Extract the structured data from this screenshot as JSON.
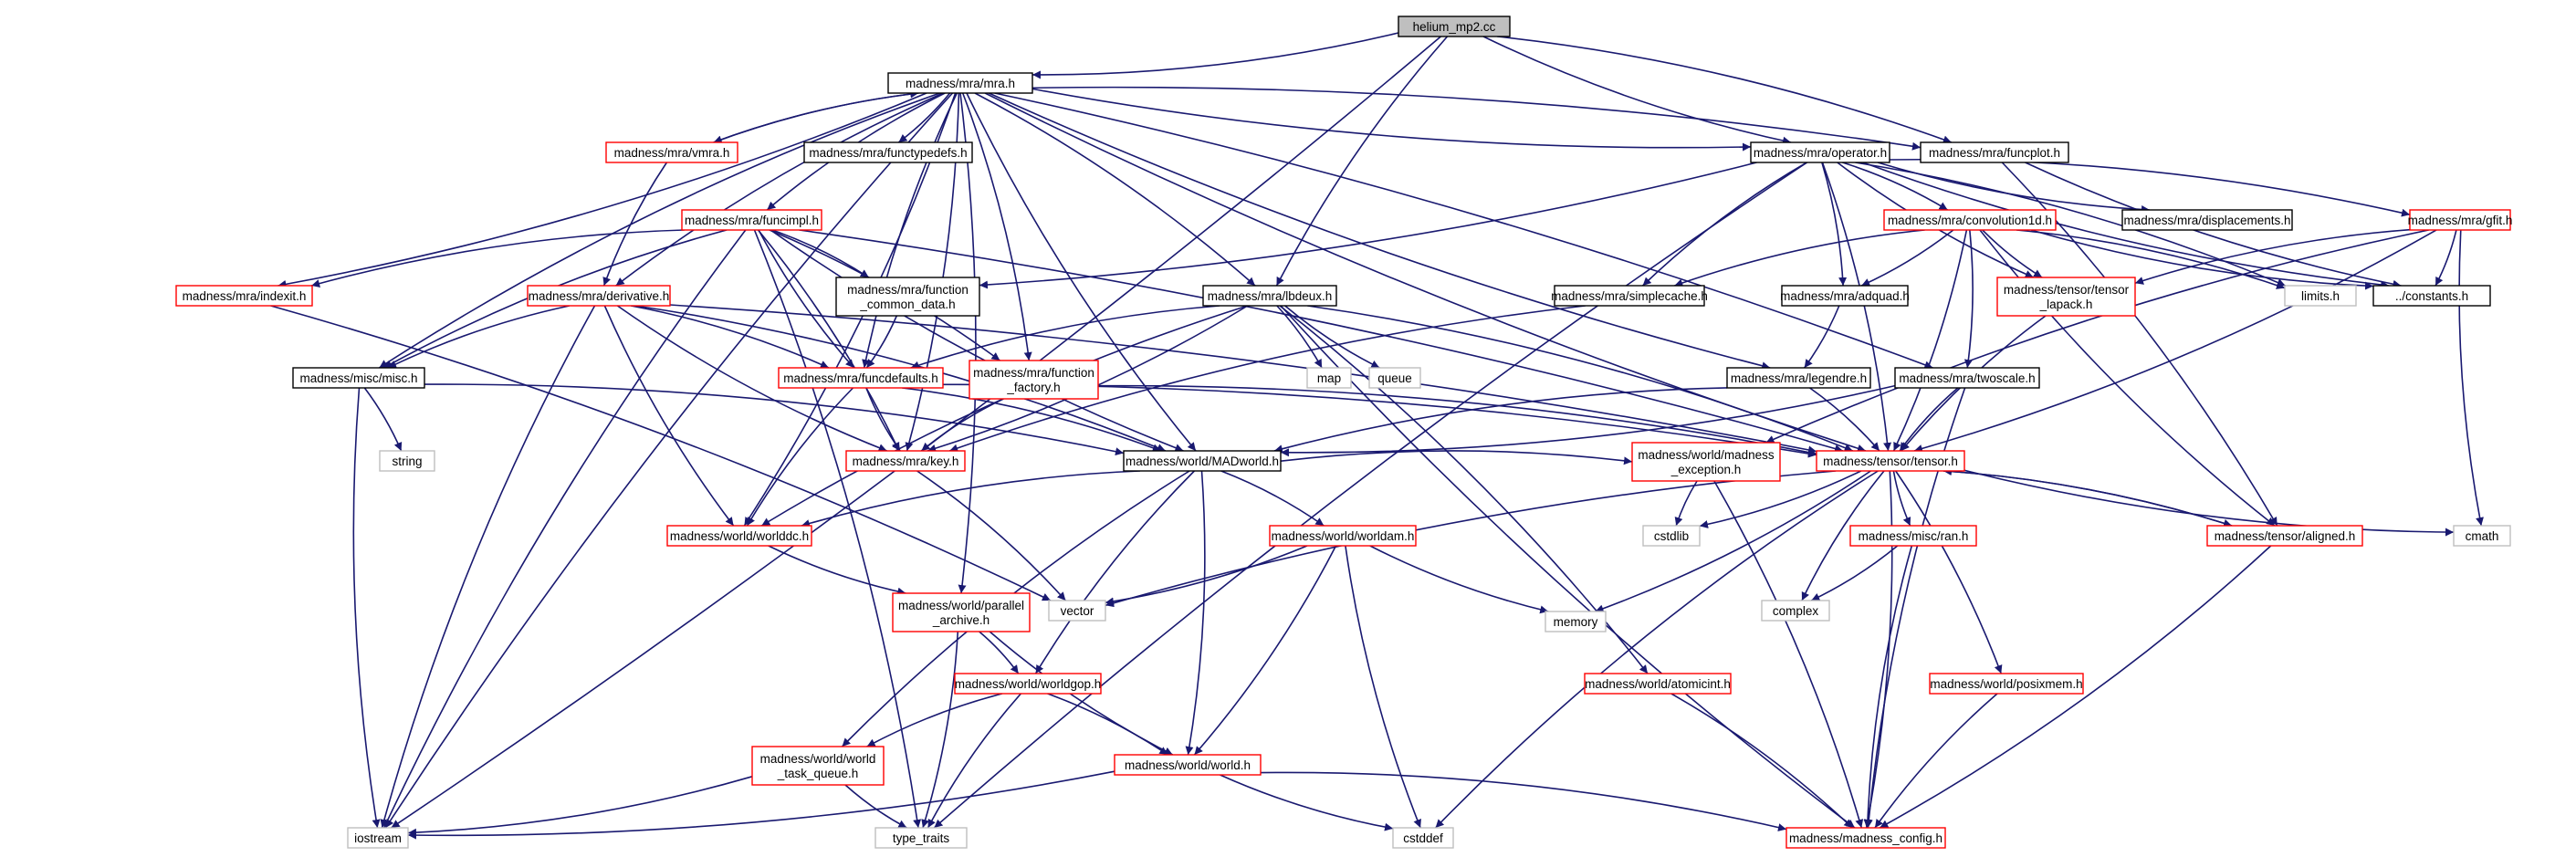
{
  "colors": {
    "edge": "#191970",
    "root_fill": "#bfbfbf",
    "plain_border": "#000000",
    "red_border": "#ff0000",
    "system_border": "#bfbfbf",
    "node_fill": "#ffffff"
  },
  "nodes": [
    {
      "id": "helium",
      "kind": "root",
      "lines": [
        "helium_mp2.cc"
      ]
    },
    {
      "id": "mra",
      "kind": "plain",
      "lines": [
        "madness/mra/mra.h"
      ]
    },
    {
      "id": "vmra",
      "kind": "red",
      "lines": [
        "madness/mra/vmra.h"
      ]
    },
    {
      "id": "functypedefs",
      "kind": "plain",
      "lines": [
        "madness/mra/functypedefs.h"
      ]
    },
    {
      "id": "operator",
      "kind": "plain",
      "lines": [
        "madness/mra/operator.h"
      ]
    },
    {
      "id": "funcplot",
      "kind": "plain",
      "lines": [
        "madness/mra/funcplot.h"
      ]
    },
    {
      "id": "funcimpl",
      "kind": "red",
      "lines": [
        "madness/mra/funcimpl.h"
      ]
    },
    {
      "id": "convolution1d",
      "kind": "red",
      "lines": [
        "madness/mra/convolution1d.h"
      ]
    },
    {
      "id": "displacements",
      "kind": "plain",
      "lines": [
        "madness/mra/displacements.h"
      ]
    },
    {
      "id": "gfit",
      "kind": "red",
      "lines": [
        "madness/mra/gfit.h"
      ]
    },
    {
      "id": "indexit",
      "kind": "red",
      "lines": [
        "madness/mra/indexit.h"
      ]
    },
    {
      "id": "derivative",
      "kind": "red",
      "lines": [
        "madness/mra/derivative.h"
      ]
    },
    {
      "id": "function_common_data",
      "kind": "plain",
      "lines": [
        "madness/mra/function",
        "_common_data.h"
      ]
    },
    {
      "id": "lbdeux",
      "kind": "plain",
      "lines": [
        "madness/mra/lbdeux.h"
      ]
    },
    {
      "id": "simplecache",
      "kind": "plain",
      "lines": [
        "madness/mra/simplecache.h"
      ]
    },
    {
      "id": "adquad",
      "kind": "plain",
      "lines": [
        "madness/mra/adquad.h"
      ]
    },
    {
      "id": "tensor_lapack",
      "kind": "red",
      "lines": [
        "madness/tensor/tensor",
        "_lapack.h"
      ]
    },
    {
      "id": "limits",
      "kind": "system",
      "lines": [
        "limits.h"
      ]
    },
    {
      "id": "constants",
      "kind": "plain",
      "lines": [
        "../constants.h"
      ]
    },
    {
      "id": "misc",
      "kind": "plain",
      "lines": [
        "madness/misc/misc.h"
      ]
    },
    {
      "id": "funcdefaults",
      "kind": "red",
      "lines": [
        "madness/mra/funcdefaults.h"
      ]
    },
    {
      "id": "function_factory",
      "kind": "red",
      "lines": [
        "madness/mra/function",
        "_factory.h"
      ]
    },
    {
      "id": "map",
      "kind": "system",
      "lines": [
        "map"
      ]
    },
    {
      "id": "queue",
      "kind": "system",
      "lines": [
        "queue"
      ]
    },
    {
      "id": "legendre",
      "kind": "plain",
      "lines": [
        "madness/mra/legendre.h"
      ]
    },
    {
      "id": "twoscale",
      "kind": "plain",
      "lines": [
        "madness/mra/twoscale.h"
      ]
    },
    {
      "id": "string",
      "kind": "system",
      "lines": [
        "string"
      ]
    },
    {
      "id": "key",
      "kind": "red",
      "lines": [
        "madness/mra/key.h"
      ]
    },
    {
      "id": "madworld",
      "kind": "plain",
      "lines": [
        "madness/world/MADworld.h"
      ]
    },
    {
      "id": "madness_exception",
      "kind": "red",
      "lines": [
        "madness/world/madness",
        "_exception.h"
      ]
    },
    {
      "id": "tensor",
      "kind": "red",
      "lines": [
        "madness/tensor/tensor.h"
      ]
    },
    {
      "id": "worlddc",
      "kind": "red",
      "lines": [
        "madness/world/worlddc.h"
      ]
    },
    {
      "id": "worldam",
      "kind": "red",
      "lines": [
        "madness/world/worldam.h"
      ]
    },
    {
      "id": "cstdlib",
      "kind": "system",
      "lines": [
        "cstdlib"
      ]
    },
    {
      "id": "ran",
      "kind": "red",
      "lines": [
        "madness/misc/ran.h"
      ]
    },
    {
      "id": "aligned",
      "kind": "red",
      "lines": [
        "madness/tensor/aligned.h"
      ]
    },
    {
      "id": "cmath",
      "kind": "system",
      "lines": [
        "cmath"
      ]
    },
    {
      "id": "parallel_archive",
      "kind": "red",
      "lines": [
        "madness/world/parallel",
        "_archive.h"
      ]
    },
    {
      "id": "vector",
      "kind": "system",
      "lines": [
        "vector"
      ]
    },
    {
      "id": "memory",
      "kind": "system",
      "lines": [
        "memory"
      ]
    },
    {
      "id": "complex",
      "kind": "system",
      "lines": [
        "complex"
      ]
    },
    {
      "id": "worldgop",
      "kind": "red",
      "lines": [
        "madness/world/worldgop.h"
      ]
    },
    {
      "id": "atomicint",
      "kind": "red",
      "lines": [
        "madness/world/atomicint.h"
      ]
    },
    {
      "id": "posixmem",
      "kind": "red",
      "lines": [
        "madness/world/posixmem.h"
      ]
    },
    {
      "id": "world_task_queue",
      "kind": "red",
      "lines": [
        "madness/world/world",
        "_task_queue.h"
      ]
    },
    {
      "id": "world",
      "kind": "red",
      "lines": [
        "madness/world/world.h"
      ]
    },
    {
      "id": "iostream",
      "kind": "system",
      "lines": [
        "iostream"
      ]
    },
    {
      "id": "type_traits",
      "kind": "system",
      "lines": [
        "type_traits"
      ]
    },
    {
      "id": "cstddef",
      "kind": "system",
      "lines": [
        "cstddef"
      ]
    },
    {
      "id": "madness_config",
      "kind": "red",
      "lines": [
        "madness/madness_config.h"
      ]
    }
  ],
  "edges": [
    [
      "helium",
      "mra"
    ],
    [
      "helium",
      "operator"
    ],
    [
      "helium",
      "funcplot"
    ],
    [
      "helium",
      "lbdeux"
    ],
    [
      "helium",
      "iostream"
    ],
    [
      "mra",
      "vmra"
    ],
    [
      "mra",
      "functypedefs"
    ],
    [
      "mra",
      "operator"
    ],
    [
      "mra",
      "funcplot"
    ],
    [
      "mra",
      "funcimpl"
    ],
    [
      "mra",
      "indexit"
    ],
    [
      "mra",
      "derivative"
    ],
    [
      "mra",
      "function_factory"
    ],
    [
      "mra",
      "funcdefaults"
    ],
    [
      "mra",
      "lbdeux"
    ],
    [
      "mra",
      "legendre"
    ],
    [
      "mra",
      "twoscale"
    ],
    [
      "mra",
      "misc"
    ],
    [
      "mra",
      "key"
    ],
    [
      "mra",
      "madworld"
    ],
    [
      "mra",
      "worlddc"
    ],
    [
      "mra",
      "tensor"
    ],
    [
      "mra",
      "parallel_archive"
    ],
    [
      "mra",
      "iostream"
    ],
    [
      "vmra",
      "mra"
    ],
    [
      "vmra",
      "derivative"
    ],
    [
      "operator",
      "convolution1d"
    ],
    [
      "operator",
      "displacements"
    ],
    [
      "operator",
      "gfit"
    ],
    [
      "operator",
      "simplecache"
    ],
    [
      "operator",
      "adquad"
    ],
    [
      "operator",
      "tensor_lapack"
    ],
    [
      "operator",
      "limits"
    ],
    [
      "operator",
      "constants"
    ],
    [
      "operator",
      "function_common_data"
    ],
    [
      "operator",
      "type_traits"
    ],
    [
      "operator",
      "tensor"
    ],
    [
      "funcplot",
      "constants"
    ],
    [
      "funcplot",
      "aligned"
    ],
    [
      "funcimpl",
      "indexit"
    ],
    [
      "funcimpl",
      "function_common_data"
    ],
    [
      "funcimpl",
      "funcdefaults"
    ],
    [
      "funcimpl",
      "function_factory"
    ],
    [
      "funcimpl",
      "misc"
    ],
    [
      "funcimpl",
      "key"
    ],
    [
      "funcimpl",
      "madworld"
    ],
    [
      "funcimpl",
      "tensor"
    ],
    [
      "funcimpl",
      "iostream"
    ],
    [
      "funcimpl",
      "type_traits"
    ],
    [
      "convolution1d",
      "simplecache"
    ],
    [
      "convolution1d",
      "adquad"
    ],
    [
      "convolution1d",
      "tensor_lapack"
    ],
    [
      "convolution1d",
      "twoscale"
    ],
    [
      "convolution1d",
      "constants"
    ],
    [
      "convolution1d",
      "limits"
    ],
    [
      "convolution1d",
      "aligned"
    ],
    [
      "convolution1d",
      "tensor"
    ],
    [
      "gfit",
      "tensor_lapack"
    ],
    [
      "gfit",
      "constants"
    ],
    [
      "gfit",
      "cmath"
    ],
    [
      "gfit",
      "tensor"
    ],
    [
      "gfit",
      "madness_exception"
    ],
    [
      "indexit",
      "vector"
    ],
    [
      "derivative",
      "misc"
    ],
    [
      "derivative",
      "funcdefaults"
    ],
    [
      "derivative",
      "key"
    ],
    [
      "derivative",
      "madworld"
    ],
    [
      "derivative",
      "worlddc"
    ],
    [
      "derivative",
      "tensor"
    ],
    [
      "derivative",
      "iostream"
    ],
    [
      "function_common_data",
      "funcdefaults"
    ],
    [
      "lbdeux",
      "funcdefaults"
    ],
    [
      "lbdeux",
      "key"
    ],
    [
      "lbdeux",
      "worlddc"
    ],
    [
      "lbdeux",
      "map"
    ],
    [
      "lbdeux",
      "queue"
    ],
    [
      "lbdeux",
      "atomicint"
    ],
    [
      "lbdeux",
      "madness_config"
    ],
    [
      "lbdeux",
      "tensor"
    ],
    [
      "simplecache",
      "key"
    ],
    [
      "adquad",
      "legendre"
    ],
    [
      "tensor_lapack",
      "tensor"
    ],
    [
      "misc",
      "string"
    ],
    [
      "misc",
      "iostream"
    ],
    [
      "misc",
      "madworld"
    ],
    [
      "funcdefaults",
      "key"
    ],
    [
      "funcdefaults",
      "madworld"
    ],
    [
      "funcdefaults",
      "worlddc"
    ],
    [
      "funcdefaults",
      "tensor"
    ],
    [
      "function_factory",
      "key"
    ],
    [
      "function_factory",
      "tensor"
    ],
    [
      "legendre",
      "madworld"
    ],
    [
      "legendre",
      "tensor"
    ],
    [
      "twoscale",
      "tensor"
    ],
    [
      "twoscale",
      "madworld"
    ],
    [
      "twoscale",
      "madness_config"
    ],
    [
      "key",
      "vector"
    ],
    [
      "madworld",
      "worlddc"
    ],
    [
      "madworld",
      "worldam"
    ],
    [
      "madworld",
      "worldgop"
    ],
    [
      "madworld",
      "world"
    ],
    [
      "madworld",
      "world_task_queue"
    ],
    [
      "madworld",
      "madness_exception"
    ],
    [
      "madness_exception",
      "cstdlib"
    ],
    [
      "madness_exception",
      "madness_config"
    ],
    [
      "tensor",
      "ran"
    ],
    [
      "tensor",
      "aligned"
    ],
    [
      "tensor",
      "cmath"
    ],
    [
      "tensor",
      "cstdlib"
    ],
    [
      "tensor",
      "vector"
    ],
    [
      "tensor",
      "memory"
    ],
    [
      "tensor",
      "complex"
    ],
    [
      "tensor",
      "posixmem"
    ],
    [
      "tensor",
      "cstddef"
    ],
    [
      "tensor",
      "madness_config"
    ],
    [
      "aligned",
      "tensor"
    ],
    [
      "aligned",
      "madness_config"
    ],
    [
      "worlddc",
      "parallel_archive"
    ],
    [
      "worldam",
      "vector"
    ],
    [
      "worldam",
      "memory"
    ],
    [
      "worldam",
      "world"
    ],
    [
      "worldam",
      "cstddef"
    ],
    [
      "ran",
      "complex"
    ],
    [
      "ran",
      "madness_config"
    ],
    [
      "parallel_archive",
      "worldgop"
    ],
    [
      "parallel_archive",
      "world"
    ],
    [
      "parallel_archive",
      "type_traits"
    ],
    [
      "worldgop",
      "world_task_queue"
    ],
    [
      "worldgop",
      "world"
    ],
    [
      "worldgop",
      "type_traits"
    ],
    [
      "atomicint",
      "madness_config"
    ],
    [
      "posixmem",
      "madness_config"
    ],
    [
      "world_task_queue",
      "iostream"
    ],
    [
      "world_task_queue",
      "type_traits"
    ],
    [
      "world",
      "iostream"
    ],
    [
      "world",
      "cstddef"
    ],
    [
      "world",
      "madness_config"
    ]
  ]
}
